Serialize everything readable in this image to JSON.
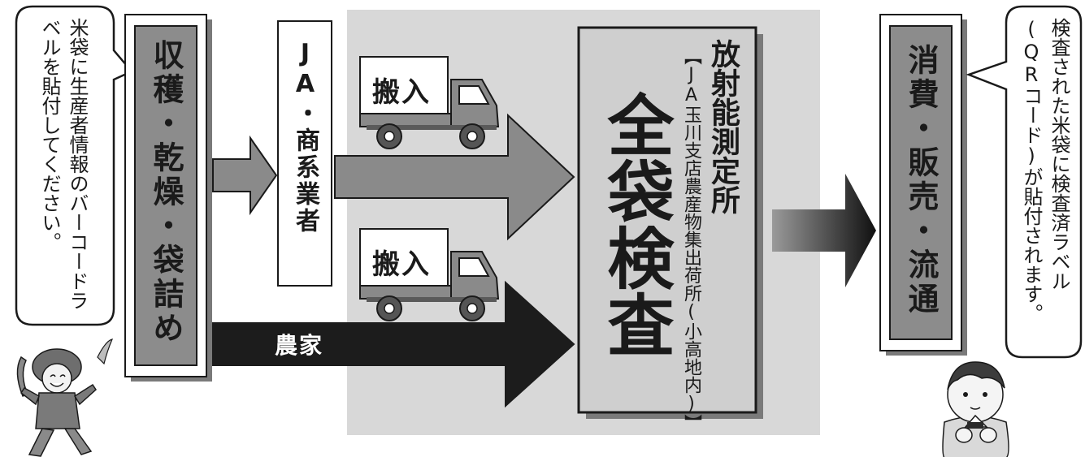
{
  "left_bubble": {
    "text": "米袋に生産者情報のバーコードラベルを貼付してください。"
  },
  "step_harvest": {
    "text": "収穫・乾燥・袋詰め"
  },
  "step_ja": {
    "text": "JA・商系業者"
  },
  "truck_top": {
    "label": "搬入"
  },
  "truck_bottom": {
    "label": "搬入"
  },
  "farmer_arrow": {
    "label": "農家"
  },
  "inspection": {
    "title": "放射能測定所",
    "subtitle": "【JA玉川支店農産物集出荷所(小高地内)】",
    "main": "全袋検査"
  },
  "step_consume": {
    "text": "消費・販売・流通"
  },
  "right_bubble": {
    "text": "検査された米袋に検査済ラベル(QRコード)が貼付されます。"
  },
  "colors": {
    "panel_gray": "#d9d9d9",
    "box_gray": "#8c8c8c",
    "arrow_dark": "#1c1c1c",
    "arrow_mid": "#8a8a8a"
  }
}
